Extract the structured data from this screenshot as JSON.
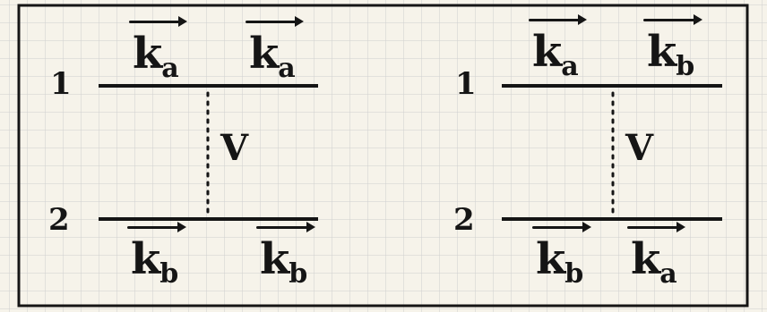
{
  "diagrams": [
    {
      "line_labels": [
        "1",
        "2"
      ],
      "interaction": "V",
      "top_vectors": [
        {
          "k": "k",
          "sub": "a"
        },
        {
          "k": "k",
          "sub": "a"
        }
      ],
      "bottom_vectors": [
        {
          "k": "k",
          "sub": "b"
        },
        {
          "k": "k",
          "sub": "b"
        }
      ]
    },
    {
      "line_labels": [
        "1",
        "2"
      ],
      "interaction": "V",
      "top_vectors": [
        {
          "k": "k",
          "sub": "a"
        },
        {
          "k": "k",
          "sub": "b"
        }
      ],
      "bottom_vectors": [
        {
          "k": "k",
          "sub": "b"
        },
        {
          "k": "k",
          "sub": "a"
        }
      ]
    }
  ],
  "colors": {
    "paper": "#f6f3ea",
    "grid": "#cfcfcf",
    "ink": "#151515"
  }
}
